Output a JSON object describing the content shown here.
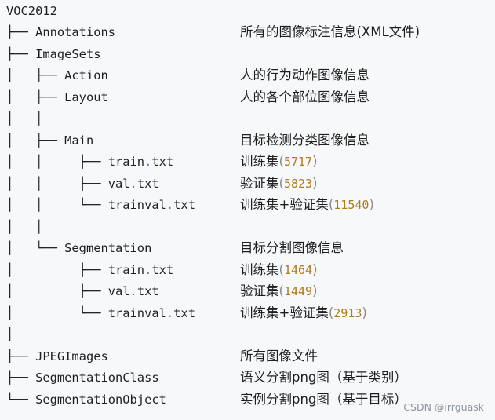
{
  "tree": {
    "root": "VOC2012",
    "lines": [
      {
        "prefix": "├── ",
        "name": "Annotations",
        "ext": "",
        "desc": "所有的图像标注信息(XML文件)",
        "count": ""
      },
      {
        "prefix": "├── ",
        "name": "ImageSets",
        "ext": "",
        "desc": "",
        "count": ""
      },
      {
        "prefix": "│   ├── ",
        "name": "Action",
        "ext": "",
        "desc": "人的行为动作图像信息",
        "count": ""
      },
      {
        "prefix": "│   ├── ",
        "name": "Layout",
        "ext": "",
        "desc": "人的各个部位图像信息",
        "count": ""
      },
      {
        "prefix": "│   │",
        "name": "",
        "ext": "",
        "desc": "",
        "count": ""
      },
      {
        "prefix": "│   ├── ",
        "name": "Main",
        "ext": "",
        "desc": "目标检测分类图像信息",
        "count": ""
      },
      {
        "prefix": "│   │     ├── ",
        "name": "train",
        "ext": "txt",
        "desc": "训练集",
        "count": "5717"
      },
      {
        "prefix": "│   │     ├── ",
        "name": "val",
        "ext": "txt",
        "desc": "验证集",
        "count": "5823"
      },
      {
        "prefix": "│   │     └── ",
        "name": "trainval",
        "ext": "txt",
        "desc": "训练集+验证集",
        "count": "11540"
      },
      {
        "prefix": "│   │",
        "name": "",
        "ext": "",
        "desc": "",
        "count": ""
      },
      {
        "prefix": "│   └── ",
        "name": "Segmentation",
        "ext": "",
        "desc": "目标分割图像信息",
        "count": ""
      },
      {
        "prefix": "│         ├── ",
        "name": "train",
        "ext": "txt",
        "desc": "训练集",
        "count": "1464"
      },
      {
        "prefix": "│         ├── ",
        "name": "val",
        "ext": "txt",
        "desc": "验证集",
        "count": "1449"
      },
      {
        "prefix": "│         └── ",
        "name": "trainval",
        "ext": "txt",
        "desc": "训练集+验证集",
        "count": "2913"
      },
      {
        "prefix": "│",
        "name": "",
        "ext": "",
        "desc": "",
        "count": ""
      },
      {
        "prefix": "├── ",
        "name": "JPEGImages",
        "ext": "",
        "desc": "所有图像文件",
        "count": ""
      },
      {
        "prefix": "├── ",
        "name": "SegmentationClass",
        "ext": "",
        "desc": "语义分割png图（基于类别）",
        "count": ""
      },
      {
        "prefix": "└── ",
        "name": "SegmentationObject",
        "ext": "",
        "desc": "实例分割png图（基于目标）",
        "count": ""
      }
    ]
  },
  "watermark": "CSDN @irrguask"
}
